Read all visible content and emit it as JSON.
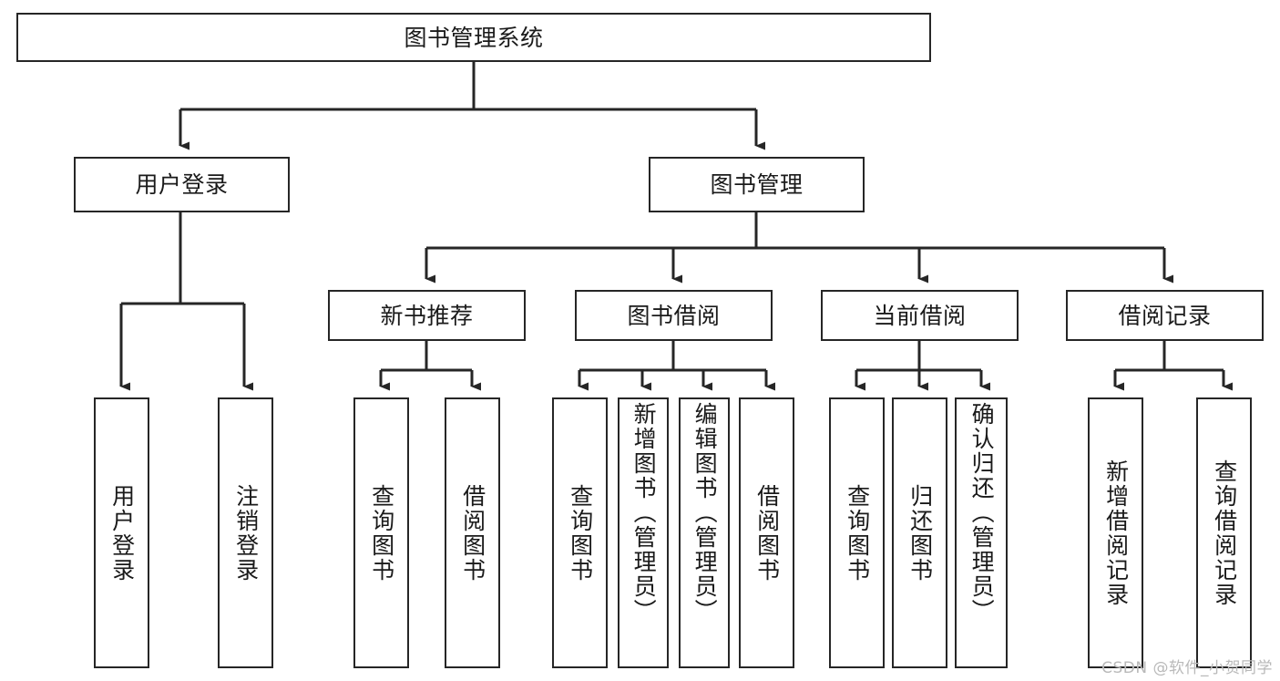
{
  "diagram": {
    "title": "图书管理系统",
    "watermark": "CSDN @软件_小贺同学",
    "line_color": "#262626",
    "box_border_color": "#262626",
    "background_color": "#ffffff",
    "text_color": "#1a1a1a"
  },
  "nodes": {
    "root": {
      "label": "图书管理系统"
    },
    "level2": {
      "user_login": {
        "label": "用户登录"
      },
      "book_manage": {
        "label": "图书管理"
      }
    },
    "level3": {
      "new_book_recommend": {
        "label": "新书推荐"
      },
      "book_borrow": {
        "label": "图书借阅"
      },
      "current_borrow": {
        "label": "当前借阅"
      },
      "borrow_record": {
        "label": "借阅记录"
      }
    },
    "leaves": {
      "user_login_children": [
        {
          "label": "用户登录"
        },
        {
          "label": "注销登录"
        }
      ],
      "new_book_recommend_children": [
        {
          "label": "查询图书"
        },
        {
          "label": "借阅图书"
        }
      ],
      "book_borrow_children": [
        {
          "label": "查询图书"
        },
        {
          "label": "新增图书（管理员）"
        },
        {
          "label": "编辑图书（管理员）"
        },
        {
          "label": "借阅图书"
        }
      ],
      "current_borrow_children": [
        {
          "label": "查询图书"
        },
        {
          "label": "归还图书"
        },
        {
          "label": "确认归还（管理员）"
        }
      ],
      "borrow_record_children": [
        {
          "label": "新增借阅记录"
        },
        {
          "label": "查询借阅记录"
        }
      ]
    }
  }
}
